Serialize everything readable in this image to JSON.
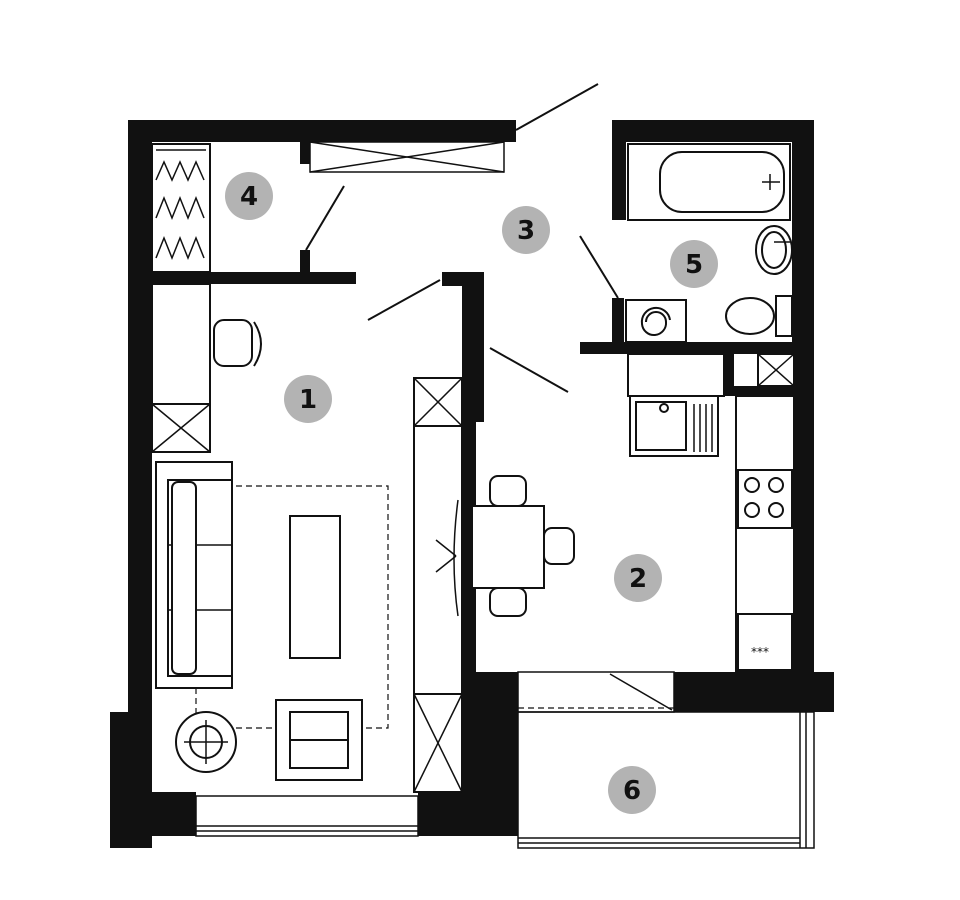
{
  "rooms": [
    {
      "number": "1"
    },
    {
      "number": "2"
    },
    {
      "number": "3"
    },
    {
      "number": "4"
    },
    {
      "number": "5"
    },
    {
      "number": "6"
    }
  ],
  "colors": {
    "wall": "#111111",
    "badge": "#b3b3b3",
    "background": "#ffffff"
  },
  "icons": [
    "wardrobe-icon",
    "sofa-icon",
    "coffee-table-icon",
    "armchair-icon",
    "floor-lamp-icon",
    "chair-icon",
    "dining-table-icon",
    "bathtub-icon",
    "washbasin-icon",
    "toilet-icon",
    "washing-machine-icon",
    "sink-icon",
    "stove-icon",
    "fridge-icon",
    "ventilation-shaft-icon"
  ]
}
